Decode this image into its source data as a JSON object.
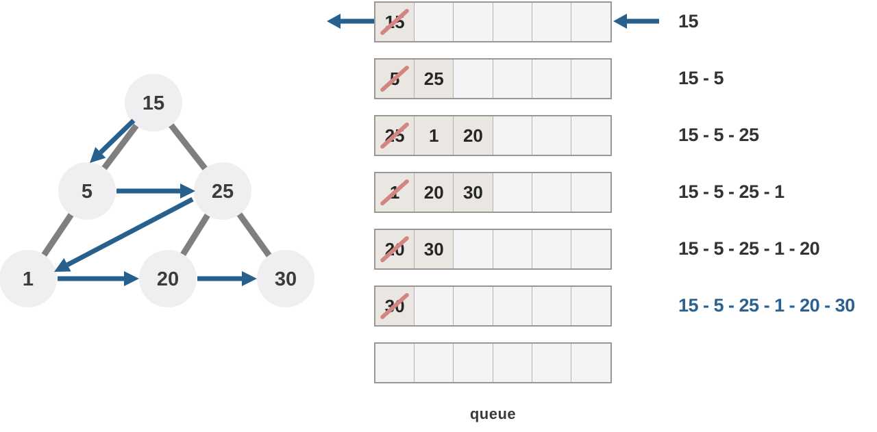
{
  "diagram": {
    "colors": {
      "accent_blue": "#27608c",
      "edge_gray": "#7f7f7f",
      "node_fill": "#efeef0",
      "node_text": "#3b3b3b",
      "slash_red": "#d28682",
      "cell_filled_bg": "#eae7e2",
      "cell_empty_bg": "#f4f3f6",
      "cell_text": "#262626",
      "label_text": "#333336",
      "label_highlight": "#2a6191",
      "caption_text": "#3a3a3a"
    },
    "tree": {
      "nodes": [
        {
          "id": "15",
          "label": "15"
        },
        {
          "id": "5",
          "label": "5"
        },
        {
          "id": "25",
          "label": "25"
        },
        {
          "id": "1",
          "label": "1"
        },
        {
          "id": "20",
          "label": "20"
        },
        {
          "id": "30",
          "label": "30"
        }
      ],
      "edges": [
        [
          "15",
          "5"
        ],
        [
          "15",
          "25"
        ],
        [
          "5",
          "1"
        ],
        [
          "25",
          "20"
        ],
        [
          "25",
          "30"
        ]
      ],
      "traversal_arrows": [
        [
          "15",
          "5"
        ],
        [
          "5",
          "25"
        ],
        [
          "25",
          "1"
        ],
        [
          "1",
          "20"
        ],
        [
          "20",
          "30"
        ]
      ]
    },
    "queue": {
      "caption": "queue",
      "cells_per_row": 6,
      "rows": [
        {
          "cells": [
            "15",
            "",
            "",
            "",
            "",
            ""
          ],
          "slashed_index": 0,
          "dequeue_arrow": true,
          "enqueue_arrow": true
        },
        {
          "cells": [
            "5",
            "25",
            "",
            "",
            "",
            ""
          ],
          "slashed_index": 0
        },
        {
          "cells": [
            "25",
            "1",
            "20",
            "",
            "",
            ""
          ],
          "slashed_index": 0
        },
        {
          "cells": [
            "1",
            "20",
            "30",
            "",
            "",
            ""
          ],
          "slashed_index": 0
        },
        {
          "cells": [
            "20",
            "30",
            "",
            "",
            "",
            ""
          ],
          "slashed_index": 0
        },
        {
          "cells": [
            "30",
            "",
            "",
            "",
            "",
            ""
          ],
          "slashed_index": 0
        },
        {
          "cells": [
            "",
            "",
            "",
            "",
            "",
            ""
          ],
          "slashed_index": null
        }
      ]
    },
    "traversal_labels": [
      {
        "text": "15",
        "highlight": false
      },
      {
        "text": "15 - 5",
        "highlight": false
      },
      {
        "text": "15 - 5 - 25",
        "highlight": false
      },
      {
        "text": "15 - 5 - 25 - 1",
        "highlight": false
      },
      {
        "text": "15 - 5 - 25 - 1 - 20",
        "highlight": false
      },
      {
        "text": "15 - 5 - 25 - 1 - 20 - 30",
        "highlight": true
      }
    ]
  }
}
